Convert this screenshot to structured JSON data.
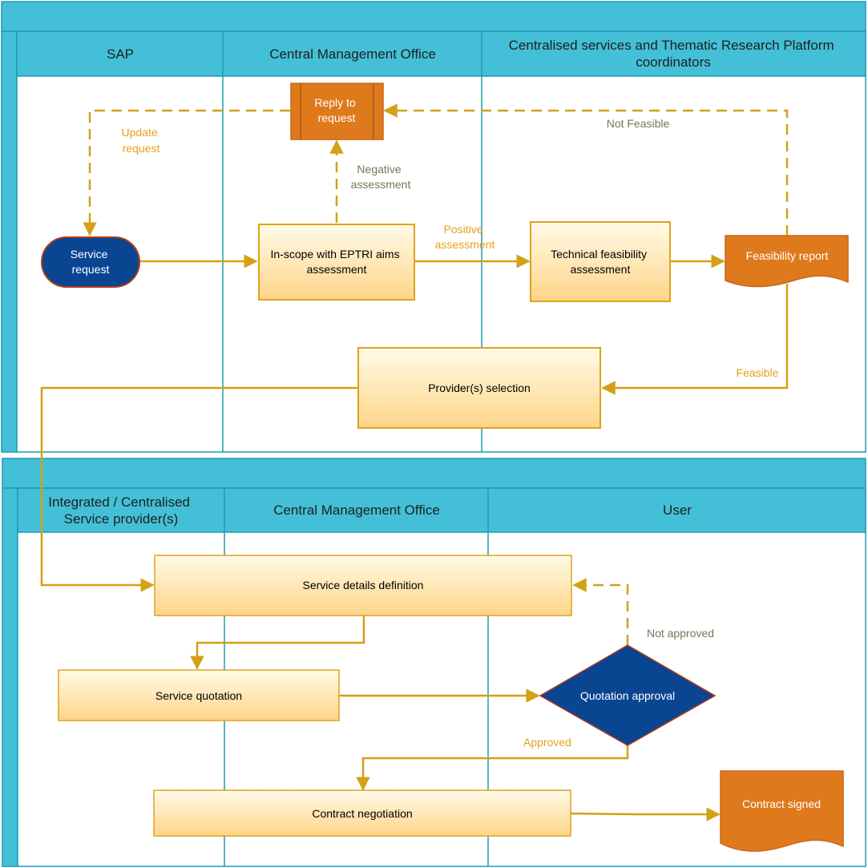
{
  "colors": {
    "lane_header": "#43c0d7",
    "lane_border": "#1f9bb3",
    "flow_line": "#d4a017",
    "label_gold": "#e3a21a",
    "label_green": "#6b7b5a",
    "process_fill_top": "#fffbe8",
    "process_fill_bottom": "#ffd488",
    "process_border": "#e0a21c",
    "terminal_fill": "#0a4592",
    "terminal_border": "#b23a1e",
    "decision_fill": "#0a4592",
    "document_fill": "#df7a1c",
    "reply_fill": "#df7a1c"
  },
  "pool1": {
    "lanes": [
      "SAP",
      "Central Management Office",
      "Centralised services and Thematic Research Platform coordinators"
    ]
  },
  "pool2": {
    "lanes": [
      "Integrated / Centralised Service provider(s)",
      "Central Management Office",
      "User"
    ]
  },
  "nodes": {
    "service_request": "Service request",
    "reply_to_request": "Reply to request",
    "in_scope": "In-scope with EPTRI aims assessment",
    "technical_feasibility": "Technical feasibility assessment",
    "feasibility_report": "Feasibility report",
    "provider_selection": "Provider(s) selection",
    "service_details": "Service details definition",
    "service_quotation": "Service quotation",
    "quotation_approval": "Quotation approval",
    "contract_negotiation": "Contract negotiation",
    "contract_signed": "Contract signed"
  },
  "edge_labels": {
    "update_request": "Update request",
    "negative_assessment": "Negative assessment",
    "positive_assessment": "Positive assessment",
    "not_feasible": "Not Feasible",
    "feasible": "Feasible",
    "not_approved": "Not approved",
    "approved": "Approved"
  },
  "icons": {
    "arrowhead": "arrowhead-icon"
  }
}
